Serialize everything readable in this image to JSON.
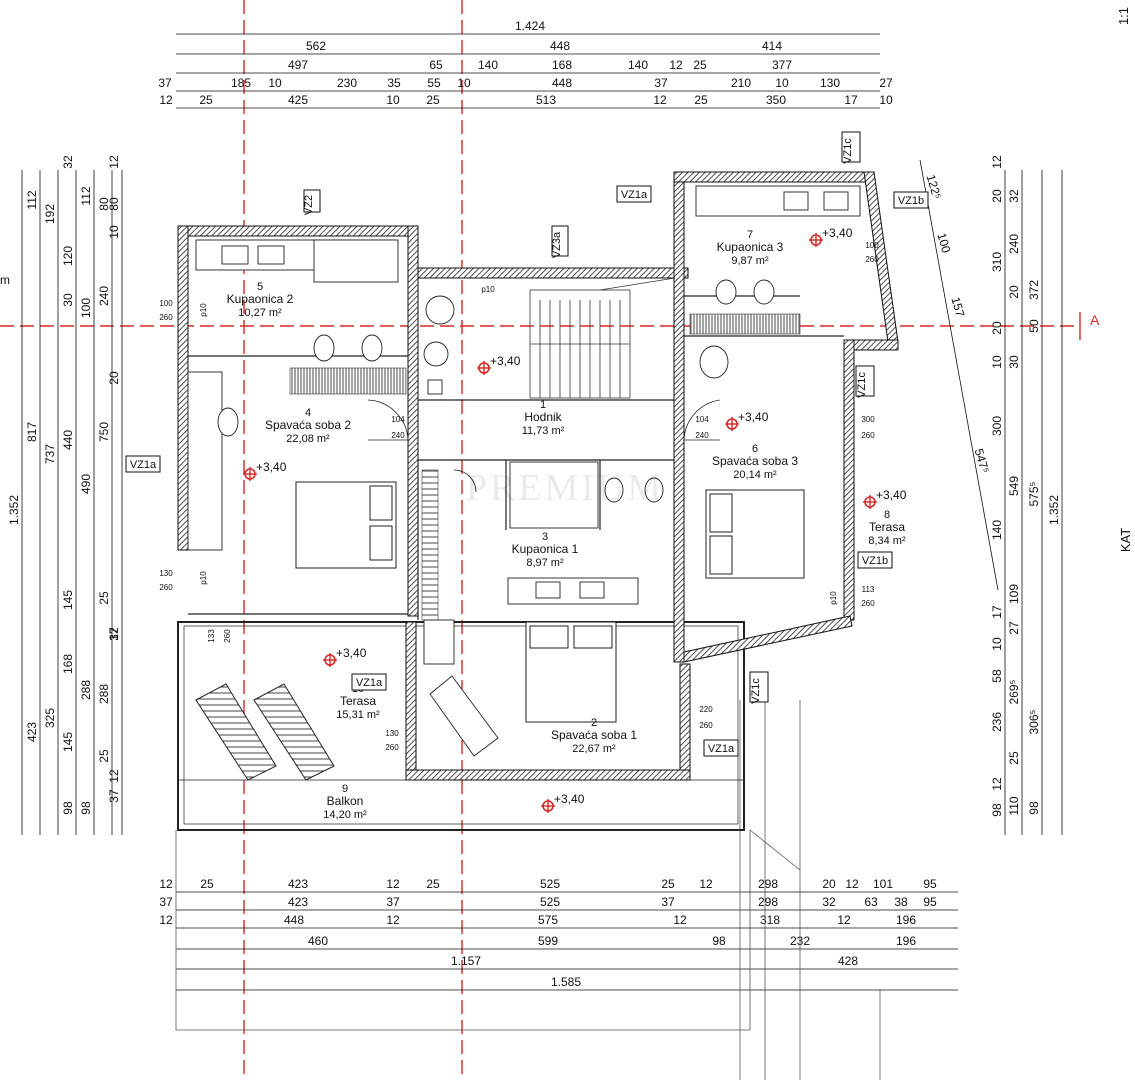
{
  "header": {
    "scale": "1:1"
  },
  "axis": {
    "label": "A"
  },
  "floor_label": "KAT",
  "left_edge_label": "m",
  "top_dims": {
    "row1": [
      "1.424"
    ],
    "row2": [
      "562",
      "448",
      "414"
    ],
    "row3": [
      "497",
      "65",
      "140",
      "168",
      "140",
      "12",
      "25",
      "377"
    ],
    "row4": [
      "37",
      "185",
      "10",
      "230",
      "35",
      "55",
      "10",
      "448",
      "37",
      "210",
      "10",
      "130",
      "27"
    ],
    "row5": [
      "12",
      "25",
      "425",
      "10",
      "25",
      "513",
      "12",
      "25",
      "350",
      "17",
      "10"
    ]
  },
  "bottom_dims": {
    "row1": [
      "12",
      "25",
      "423",
      "12",
      "25",
      "525",
      "25",
      "12",
      "298",
      "20",
      "12",
      "101",
      "95"
    ],
    "row2": [
      "37",
      "423",
      "37",
      "525",
      "37",
      "298",
      "32",
      "63",
      "38",
      "95"
    ],
    "row3": [
      "12",
      "448",
      "12",
      "575",
      "12",
      "318",
      "12",
      "196"
    ],
    "row4": [
      "460",
      "599",
      "98",
      "232",
      "196"
    ],
    "row5": [
      "1.157",
      "428"
    ],
    "row6": [
      "1.585"
    ]
  },
  "left_dims": {
    "c1": [
      "1.352"
    ],
    "c2": [
      "112",
      "817",
      "423"
    ],
    "c3": [
      "192",
      "737",
      "325"
    ],
    "c4": [
      "32",
      "120",
      "30",
      "440",
      "145",
      "168",
      "145",
      "98"
    ],
    "c5": [
      "112",
      "100",
      "490",
      "288",
      "98"
    ],
    "c6": [
      "80",
      "240",
      "750",
      "25",
      "288",
      "25"
    ],
    "c7": [
      "12",
      "80",
      "10",
      "20",
      "12",
      "37",
      "12",
      "37"
    ]
  },
  "right_dims": {
    "c1": [
      "12",
      "20",
      "310",
      "20",
      "10",
      "300",
      "140",
      "17",
      "10",
      "58",
      "236",
      "12",
      "98"
    ],
    "c2": [
      "32",
      "240",
      "20",
      "30",
      "549",
      "109",
      "27",
      "269⁵",
      "25",
      "110"
    ],
    "c3": [
      "372",
      "50",
      "575⁵",
      "306⁵",
      "98"
    ],
    "c4": [
      "1.352"
    ]
  },
  "diag_dims": [
    "122⁵",
    "100",
    "157",
    "547⁵"
  ],
  "rooms": [
    {
      "num": "1",
      "name": "Hodnik",
      "area": "11,73 m²"
    },
    {
      "num": "2",
      "name": "Spavaća soba 1",
      "area": "22,67 m²"
    },
    {
      "num": "3",
      "name": "Kupaonica 1",
      "area": "8,97 m²"
    },
    {
      "num": "4",
      "name": "Spavaća soba 2",
      "area": "22,08 m²"
    },
    {
      "num": "5",
      "name": "Kupaonica 2",
      "area": "10,27 m²"
    },
    {
      "num": "6",
      "name": "Spavaća soba 3",
      "area": "20,14 m²"
    },
    {
      "num": "7",
      "name": "Kupaonica 3",
      "area": "9,87 m²"
    },
    {
      "num": "8",
      "name": "Terasa",
      "area": "8,34 m²"
    },
    {
      "num": "9",
      "name": "Balkon",
      "area": "14,20 m²"
    },
    {
      "num": "10",
      "name": "Terasa",
      "area": "15,31 m²"
    }
  ],
  "level": "+3,40",
  "tags": [
    "VZ1a",
    "VZ2",
    "VZ3a",
    "VZ1b",
    "VZ1c"
  ],
  "openings": [
    "100",
    "260",
    "104",
    "240",
    "300",
    "260",
    "130",
    "260",
    "113",
    "260",
    "220",
    "260",
    "133",
    "260",
    "p10"
  ],
  "watermark": "PREMIUM"
}
